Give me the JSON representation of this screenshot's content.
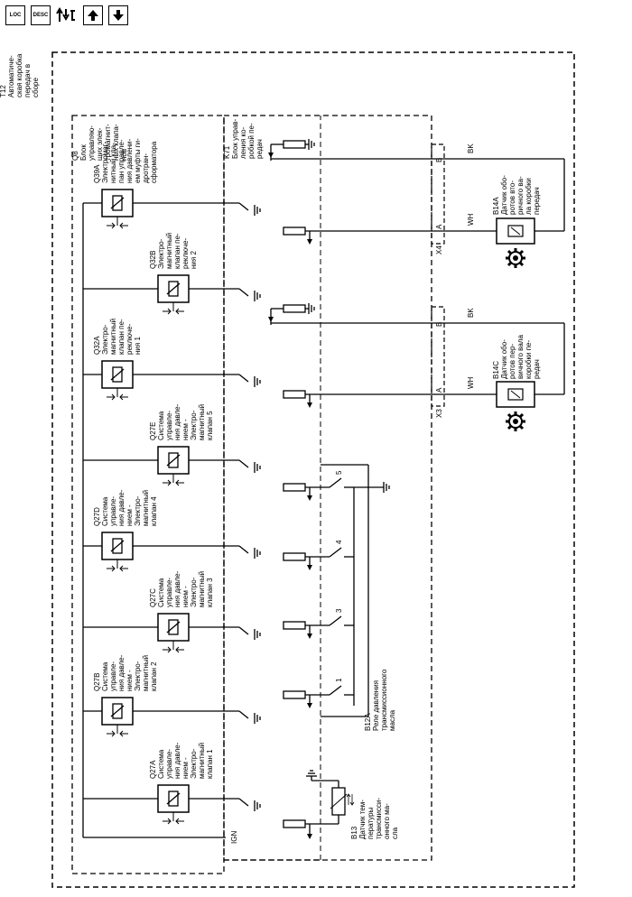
{
  "toolbar": {
    "loc_label": "LOC",
    "desc_label": "DESC"
  },
  "frames": {
    "t12": [
      "T12",
      "Автоматиче-",
      "ская коробка",
      "передач в",
      "сборе"
    ],
    "q8": [
      "Q8",
      "Блок",
      "управляю-",
      "щих элек-",
      "тромагнит-",
      "ных клапа-",
      "нов"
    ],
    "k71": [
      "K71",
      "Блок управ-",
      "ления ко-",
      "робкой пе-",
      "редач"
    ]
  },
  "solenoids": [
    {
      "id": "q39a",
      "text": [
        "Q39A",
        "Электромаг-",
        "нитный кла-",
        "пан управле-",
        "ния давлени-",
        "ем муфты ги-",
        "дротран-",
        "сформатора"
      ]
    },
    {
      "id": "q32b",
      "text": [
        "Q32B",
        "Электро-",
        "магнитный",
        "клапан пе-",
        "реключе-",
        "ния 2"
      ]
    },
    {
      "id": "q32a",
      "text": [
        "Q32A",
        "Электро-",
        "магнитный",
        "клапан пе-",
        "реключе-",
        "ния 1"
      ]
    },
    {
      "id": "q27e",
      "text": [
        "Q27E",
        "Система",
        "управле-",
        "ния давле-",
        "нием -",
        "Электро-",
        "магнитный",
        "клапан 5"
      ]
    },
    {
      "id": "q27d",
      "text": [
        "Q27D",
        "Система",
        "управле-",
        "ния давле-",
        "нием -",
        "Электро-",
        "магнитный",
        "клапан 4"
      ]
    },
    {
      "id": "q27c",
      "text": [
        "Q27C",
        "Система",
        "управле-",
        "ния давле-",
        "нием -",
        "Электро-",
        "магнитный",
        "клапан 3"
      ]
    },
    {
      "id": "q27b",
      "text": [
        "Q27B",
        "Система",
        "управле-",
        "ния давле-",
        "нием -",
        "Электро-",
        "магнитный",
        "клапан 2"
      ]
    },
    {
      "id": "q27a",
      "text": [
        "Q27A",
        "Система",
        "управле-",
        "ния давле-",
        "нием -",
        "Электро-",
        "магнитный",
        "клапан 1"
      ]
    }
  ],
  "sensors": {
    "b14a": [
      "B14A",
      "Датчик обо-",
      "ротов вто-",
      "ричного ва-",
      "ла коробки",
      "передач"
    ],
    "b14c": [
      "B14C",
      "Датчик обо-",
      "ротов пер-",
      "вичного вала",
      "коробки пе-",
      "редач"
    ],
    "b12a": [
      "B12A",
      "Реле давления",
      "трансмиссионного",
      "масла"
    ],
    "b13": [
      "B13",
      "Датчик тем-",
      "пературы",
      "трансмисси-",
      "онного ма-",
      "сла"
    ]
  },
  "connectors": {
    "x4": "X4",
    "x3": "X3",
    "pin_a": "A",
    "pin_b": "B"
  },
  "wires": {
    "bk": "BK",
    "wh": "WH",
    "ign": "IGN"
  },
  "switch_pins": [
    "5",
    "4",
    "3",
    "1"
  ]
}
